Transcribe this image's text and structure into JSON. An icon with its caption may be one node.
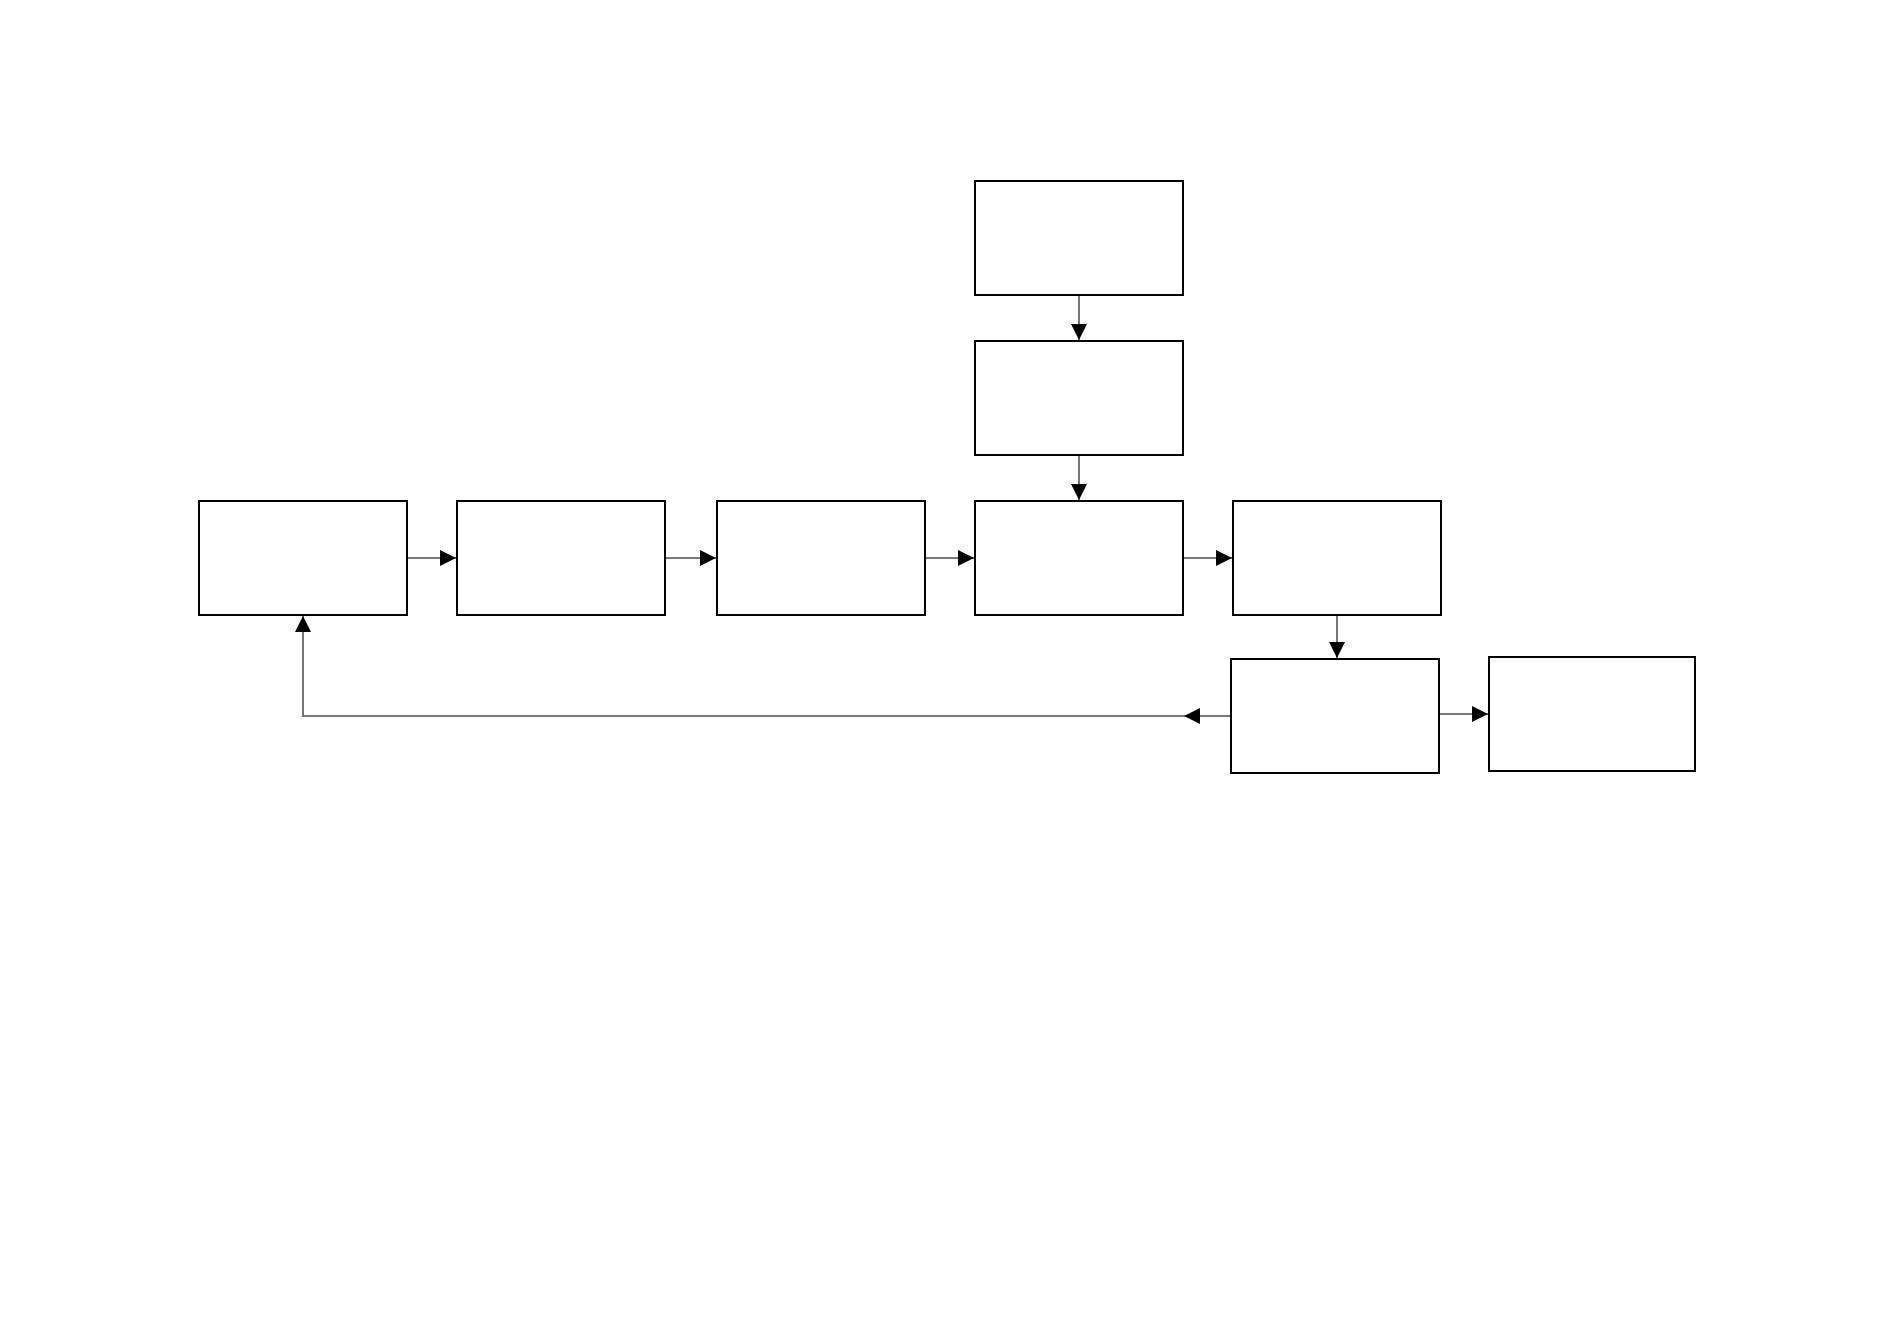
{
  "diagram": {
    "nodes": [
      {
        "text": [],
        "shape": "box"
      },
      {
        "text": [],
        "shape": "box"
      },
      {
        "text": [],
        "shape": "box"
      },
      {
        "text": [],
        "shape": "box"
      },
      {
        "text": [],
        "shape": "box"
      },
      {
        "text": [],
        "shape": "box"
      },
      {
        "text": [],
        "shape": "box"
      },
      {
        "text": [],
        "shape": "box"
      },
      {
        "text": [],
        "shape": "box"
      }
    ],
    "edges": [
      {
        "from": 0,
        "to": 1,
        "arrow": "to"
      },
      {
        "from": 1,
        "to": 5,
        "arrow": "to"
      },
      {
        "from": 2,
        "to": 3,
        "arrow": "to"
      },
      {
        "from": 3,
        "to": 4,
        "arrow": "to"
      },
      {
        "from": 4,
        "to": 5,
        "arrow": "to"
      },
      {
        "from": 5,
        "to": 6,
        "arrow": "to"
      },
      {
        "from": 6,
        "to": 7,
        "arrow": "to"
      },
      {
        "from": 7,
        "to": 8,
        "arrow": "to"
      },
      {
        "from": 7,
        "to": 2,
        "arrow": "to"
      }
    ]
  }
}
